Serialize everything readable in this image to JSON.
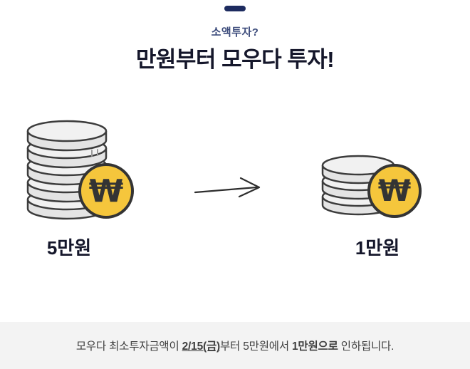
{
  "header": {
    "eyebrow": "소액투자?",
    "title": "만원부터 모우다 투자!"
  },
  "comparison": {
    "before": {
      "amount": "5만원",
      "coin_count": 5
    },
    "after": {
      "amount": "1만원",
      "coin_count": 3
    },
    "currency_symbol": "₩",
    "arrow_icon": "right-arrow"
  },
  "notice": {
    "prefix": "모우다 최소투자금액이 ",
    "effective_date": "2/15(금)",
    "middle": "부터 5만원에서 ",
    "new_amount": "1만원으로",
    "suffix": " 인하됩니다."
  },
  "colors": {
    "navy": "#1d2b5f",
    "eyebrow_text": "#3d4c7c",
    "title_text": "#15172b",
    "coin_face": "#f1f1f1",
    "coin_edge": "#3c3c3c",
    "won_coin": "#f5c63c",
    "won_symbol": "#343434",
    "notice_bg": "#f3f3f3",
    "notice_text": "#3f3f3f"
  }
}
